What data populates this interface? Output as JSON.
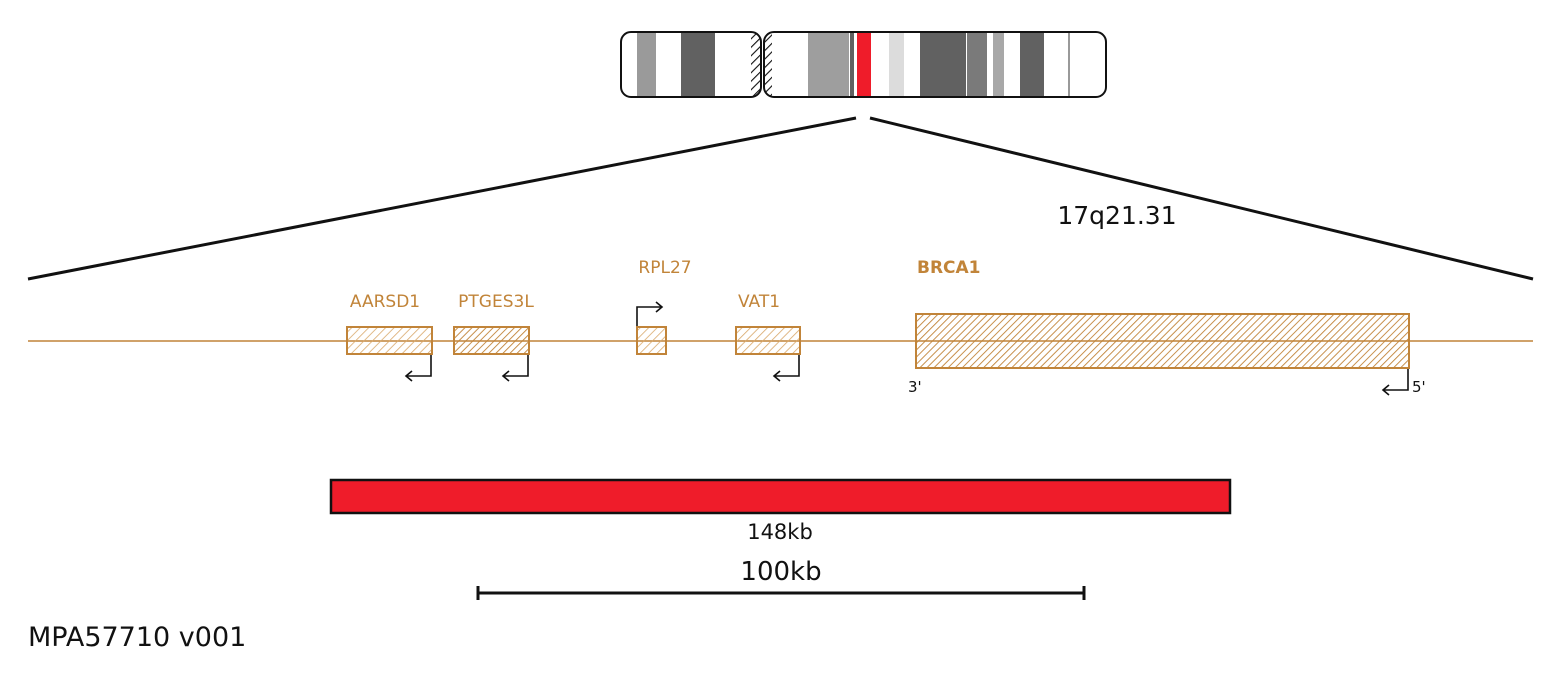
{
  "colors": {
    "gene": "#c18439",
    "gene_hatch": "#c18439",
    "probe": "#ef1c2a",
    "highlight_band": "#ef1c2a",
    "line": "#111111"
  },
  "chromosome": {
    "band_label": "17q21.31"
  },
  "genes": [
    {
      "name": "AARSD1",
      "strand": "-"
    },
    {
      "name": "PTGES3L",
      "strand": "-"
    },
    {
      "name": "RPL27",
      "strand": "+"
    },
    {
      "name": "VAT1",
      "strand": "-"
    },
    {
      "name": "BRCA1",
      "strand": "-",
      "emphasis": true,
      "end_left": "3'",
      "end_right": "5'"
    }
  ],
  "probe": {
    "size_label": "148kb"
  },
  "scale_bar": {
    "label": "100kb"
  },
  "product_code": "MPA57710 v001"
}
